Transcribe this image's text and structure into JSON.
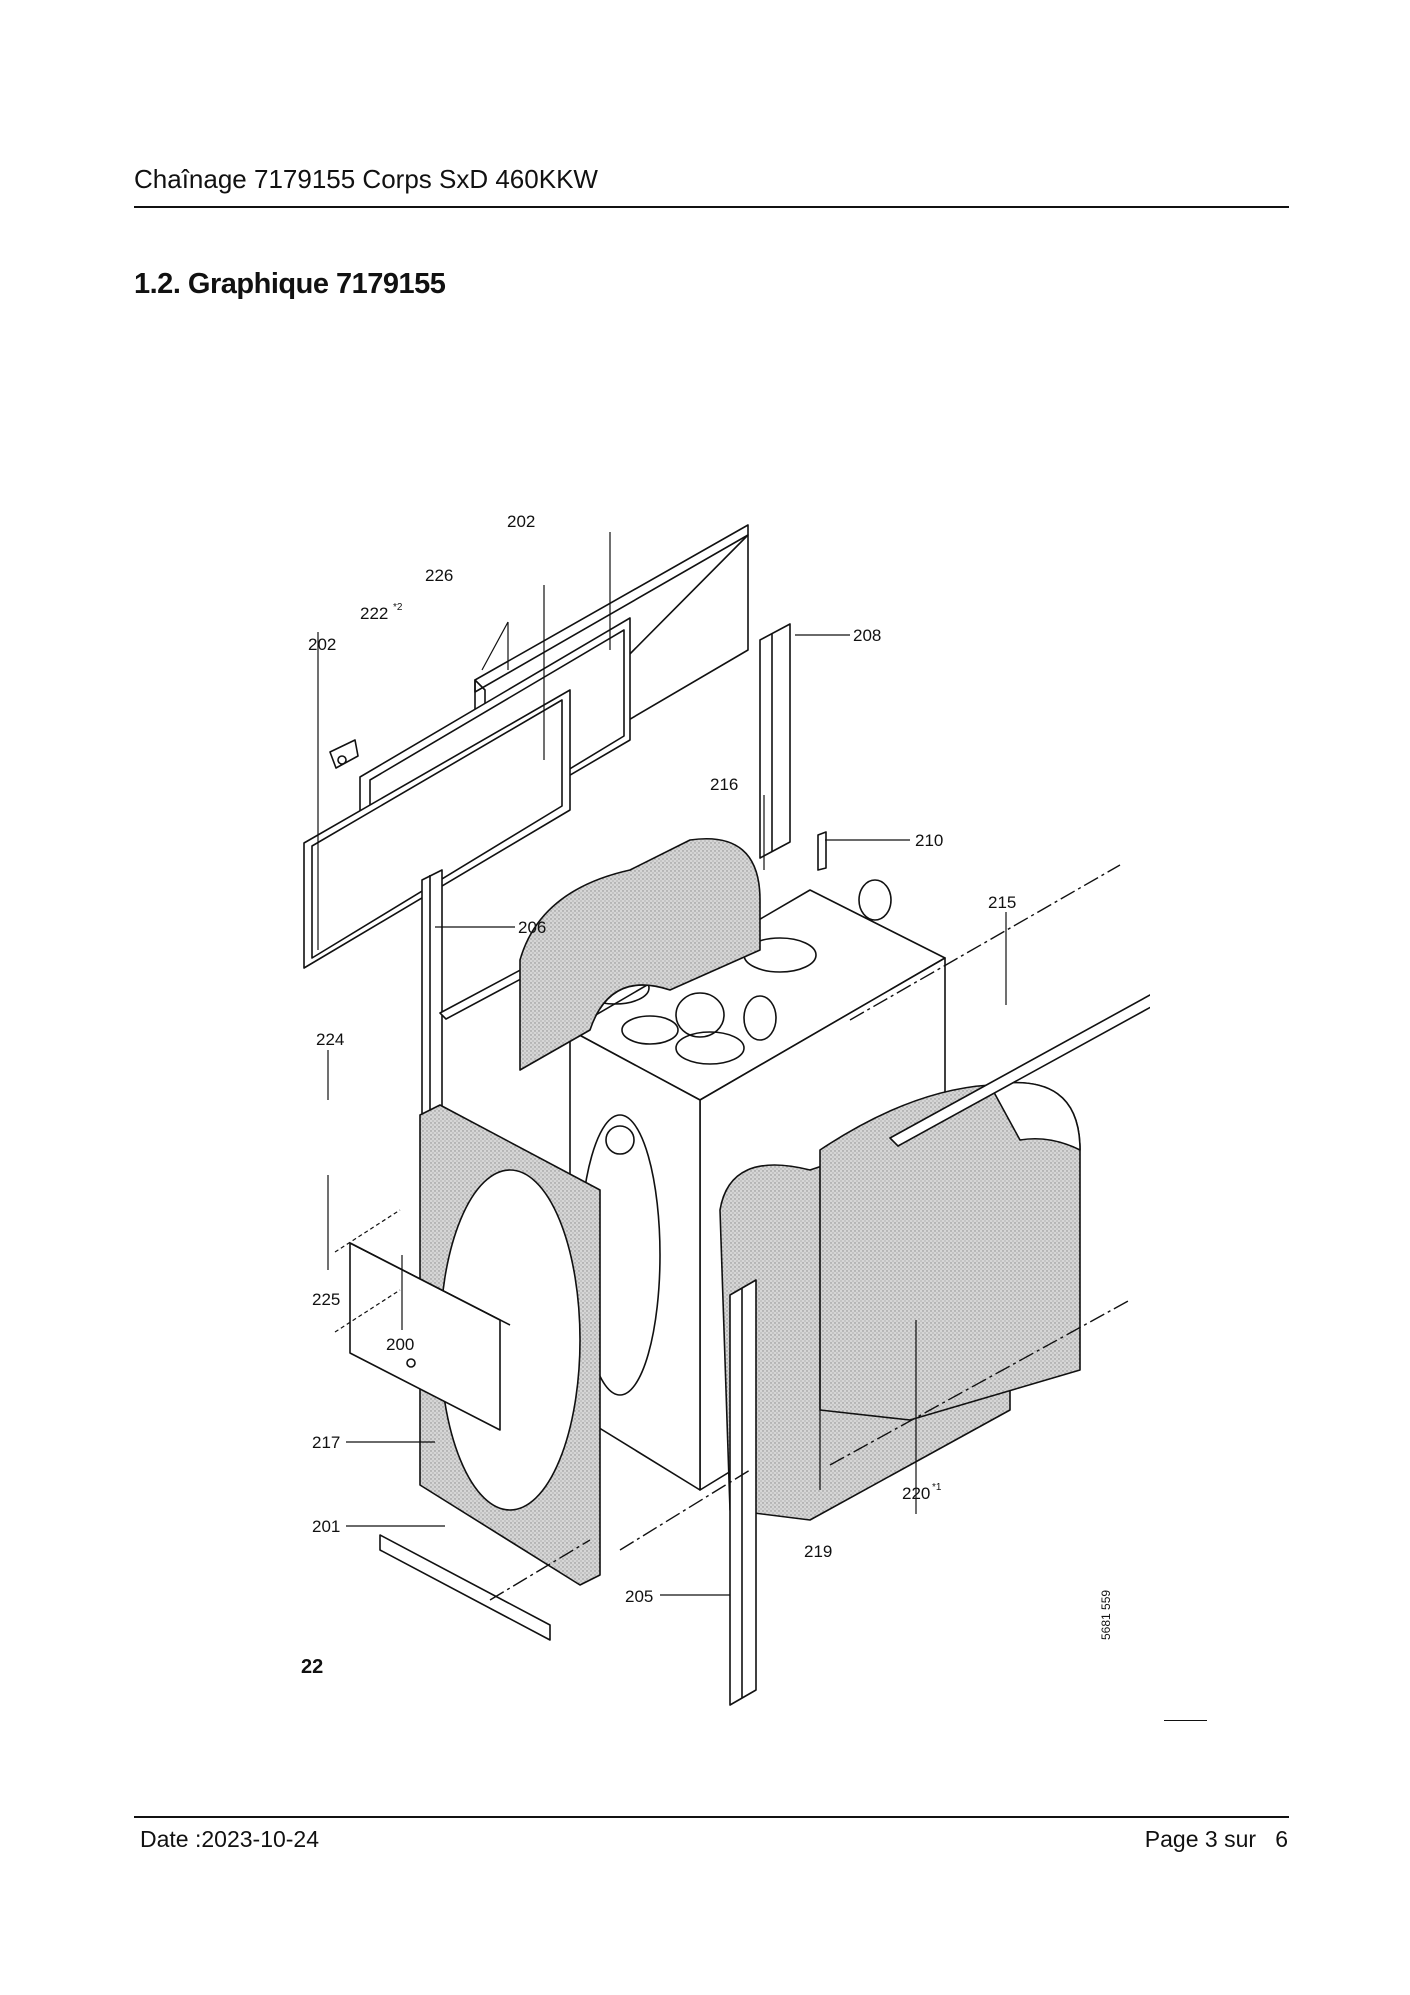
{
  "header": {
    "title": "Chaînage 7179155 Corps SxD 460KKW"
  },
  "section": {
    "title": "1.2. Graphique 7179155"
  },
  "figure": {
    "labels": {
      "l202a": "202",
      "l226": "226",
      "l222": "222",
      "l222sup": "*2",
      "l202b": "202",
      "l208": "208",
      "l216": "216",
      "l210": "210",
      "l215": "215",
      "l206": "206",
      "l224": "224",
      "l225": "225",
      "l200": "200",
      "l217": "217",
      "l201": "201",
      "l205": "205",
      "l219": "219",
      "l220": "220",
      "l220sup": "*1",
      "drawing_code": "5681 559"
    },
    "number": "22"
  },
  "footer": {
    "date": "Date :2023-10-24",
    "page": "Page 3 sur   6"
  }
}
